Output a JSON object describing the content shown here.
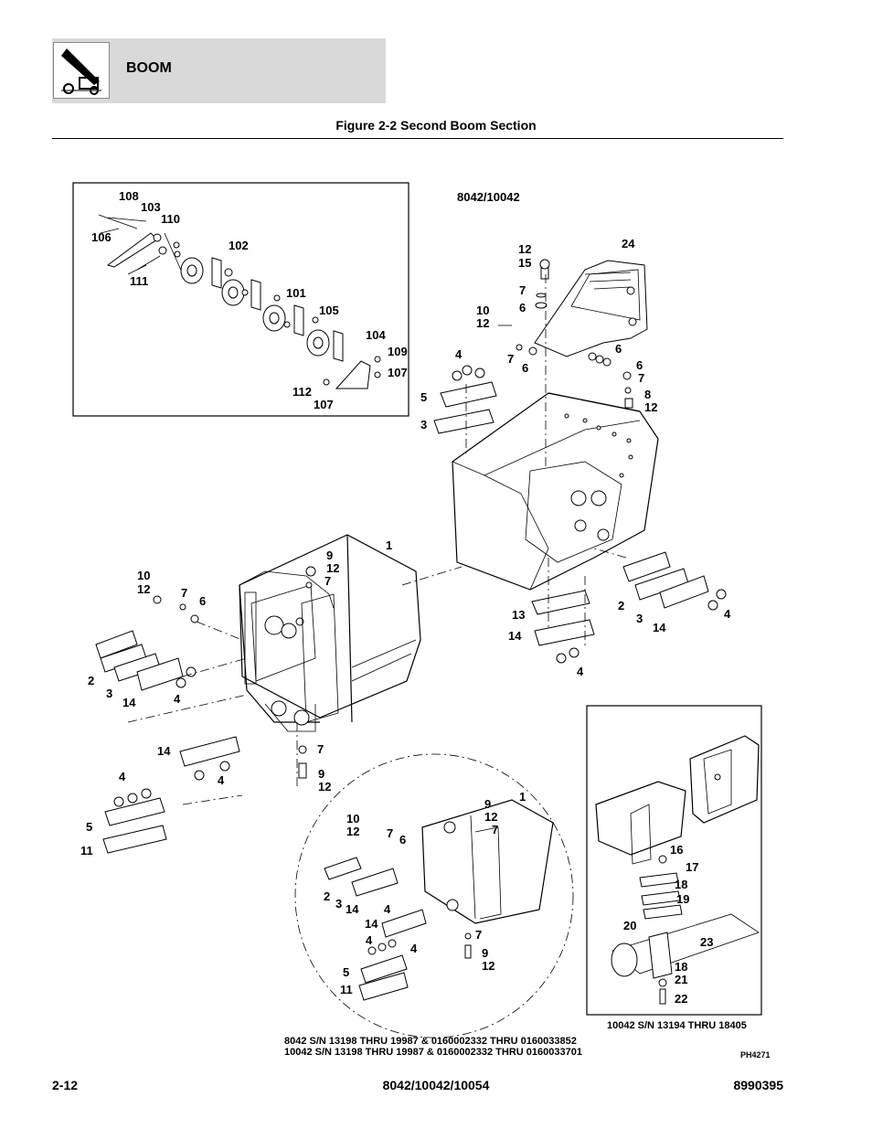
{
  "header": {
    "section": "BOOM"
  },
  "figure": {
    "title": "Figure 2-2 Second Boom Section"
  },
  "model_label": "8042/10042",
  "serial_notes": {
    "main_1": "8042 S/N 13198 THRU 19987 & 0160002332 THRU 0160033852",
    "main_2": "10042 S/N 13198 THRU 19987 & 0160002332 THRU 0160033701",
    "inset": "10042 S/N 13194 THRU 18405"
  },
  "image_code": "PH4271",
  "footer": {
    "page": "2-12",
    "models": "8042/10042/10054",
    "doc_number": "8990395"
  },
  "callouts": {
    "inset_top": [
      "108",
      "103",
      "110",
      "106",
      "102",
      "111",
      "101",
      "105",
      "104",
      "109",
      "107",
      "112",
      "107"
    ],
    "upper_right": [
      "12",
      "15",
      "24",
      "7",
      "6",
      "10",
      "12",
      "4",
      "7",
      "6",
      "6",
      "6",
      "7",
      "8",
      "12",
      "5",
      "3"
    ],
    "middle": [
      "1",
      "9",
      "12",
      "7",
      "10",
      "12",
      "7",
      "6",
      "2",
      "3",
      "14",
      "4",
      "13",
      "14",
      "4",
      "2",
      "3",
      "14",
      "4"
    ],
    "lower_left": [
      "14",
      "4",
      "7",
      "9",
      "12",
      "4",
      "5",
      "11"
    ],
    "circle_detail": [
      "1",
      "9",
      "12",
      "7",
      "10",
      "12",
      "7",
      "6",
      "2",
      "3",
      "14",
      "4",
      "14",
      "4",
      "4",
      "7",
      "9",
      "12",
      "5",
      "11"
    ],
    "inset_bottom": [
      "16",
      "17",
      "18",
      "19",
      "20",
      "23",
      "18",
      "21",
      "22"
    ]
  }
}
